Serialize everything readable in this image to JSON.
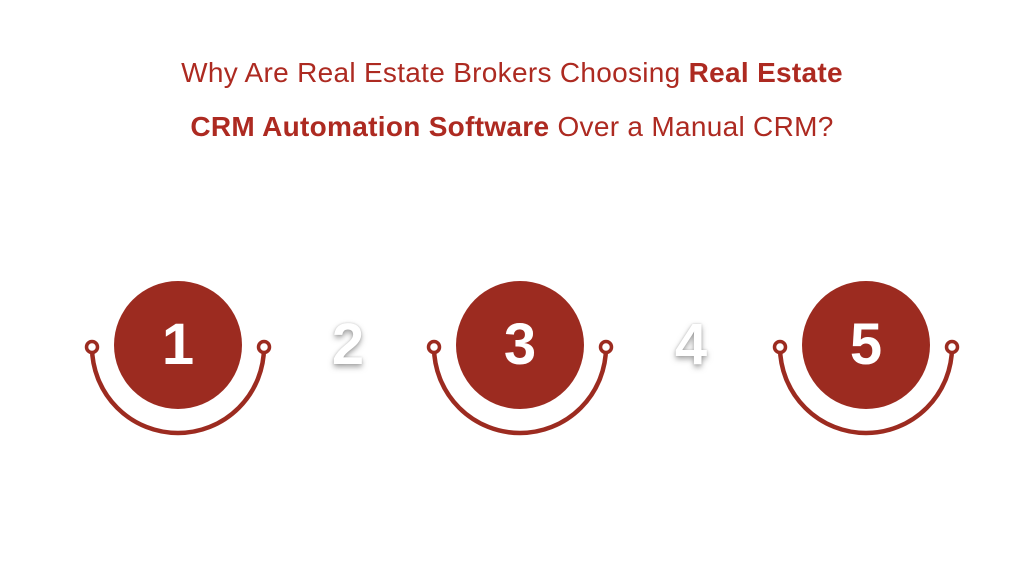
{
  "background_color": "#ffffff",
  "title": {
    "color": "#ad2a21",
    "line1_regular": "Why Are Real Estate Brokers Choosing ",
    "line1_bold": "Real Estate",
    "line2_bold": "CRM Automation Software",
    "line2_regular": " Over a Manual CRM?"
  },
  "steps": {
    "circle_color": "#9c2b20",
    "number_color": "#ffffff",
    "items": [
      {
        "number": "1",
        "style": "circle-with-arc"
      },
      {
        "number": "2",
        "style": "plain"
      },
      {
        "number": "3",
        "style": "circle-with-arc"
      },
      {
        "number": "4",
        "style": "plain"
      },
      {
        "number": "5",
        "style": "circle-with-arc"
      }
    ]
  }
}
